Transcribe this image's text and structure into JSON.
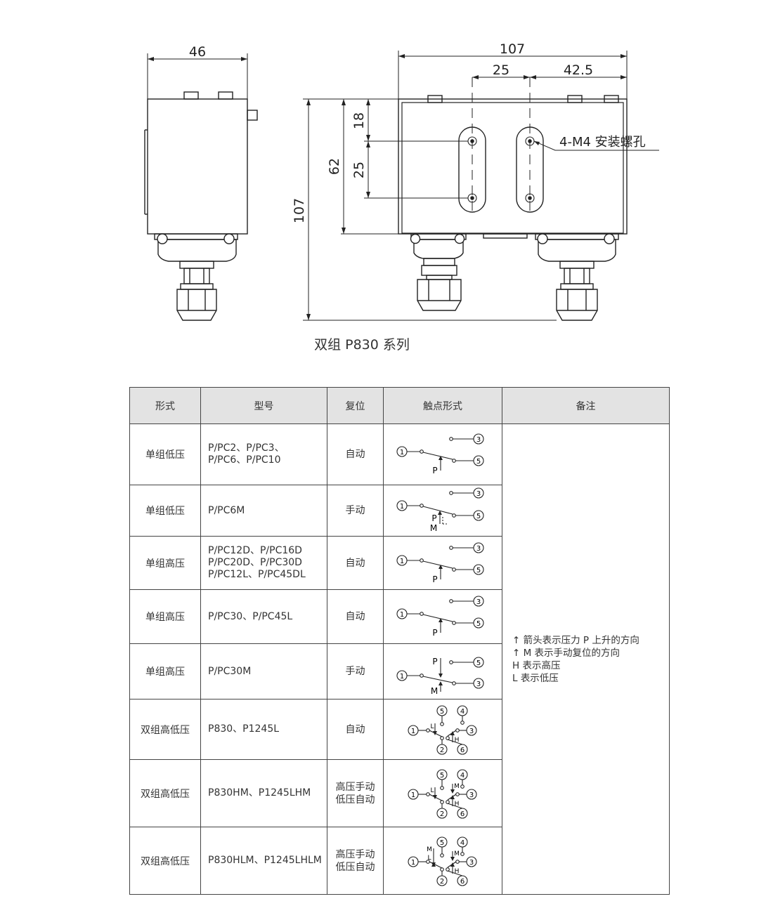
{
  "drawing": {
    "dim_side_width": "46",
    "dim_total_width": "107",
    "dim_hole_spacing": "25",
    "dim_right_offset": "42.5",
    "dim_top_offset": "18",
    "dim_slot_length": "25",
    "dim_body_height": "62",
    "dim_total_height": "107",
    "hole_note": "4-M4 安装螺孔"
  },
  "caption": "双组 P830 系列",
  "table": {
    "headers": [
      "形式",
      "型号",
      "复位",
      "触点形式",
      "备注"
    ],
    "rows": [
      {
        "form": "单组低压",
        "model_lines": [
          "P/PC2、P/PC3、",
          "P/PC6、P/PC10"
        ],
        "reset_lines": [
          "自动"
        ]
      },
      {
        "form": "单组低压",
        "model_lines": [
          "P/PC6M"
        ],
        "reset_lines": [
          "手动"
        ]
      },
      {
        "form": "单组高压",
        "model_lines": [
          "P/PC12D、P/PC16D",
          "P/PC20D、P/PC30D",
          "P/PC12L、P/PC45DL"
        ],
        "reset_lines": [
          "自动"
        ]
      },
      {
        "form": "单组高压",
        "model_lines": [
          "P/PC30、P/PC45L"
        ],
        "reset_lines": [
          "自动"
        ]
      },
      {
        "form": "单组高压",
        "model_lines": [
          "P/PC30M"
        ],
        "reset_lines": [
          "手动"
        ]
      },
      {
        "form": "双组高低压",
        "model_lines": [
          "P830、P1245L"
        ],
        "reset_lines": [
          "自动"
        ]
      },
      {
        "form": "双组高低压",
        "model_lines": [
          "P830HM、P1245LHM"
        ],
        "reset_lines": [
          "高压手动",
          "低压自动"
        ]
      },
      {
        "form": "双组高低压",
        "model_lines": [
          "P830HLM、P1245LHLM"
        ],
        "reset_lines": [
          "高压手动",
          "低压自动"
        ]
      }
    ],
    "remarks": [
      "↑ 箭头表示压力 P 上升的方向",
      "↑ M 表示手动复位的方向",
      "H 表示高压",
      "L 表示低压"
    ]
  },
  "contacts": {
    "c1": "1",
    "c2": "2",
    "c3": "3",
    "c4": "4",
    "c5": "5",
    "c6": "6",
    "p": "P",
    "m": "M",
    "h": "H",
    "l": "L"
  }
}
